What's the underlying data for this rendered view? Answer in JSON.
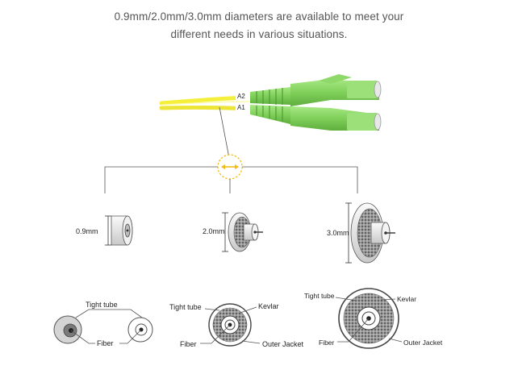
{
  "headline": {
    "line1": "0.9mm/2.0mm/3.0mm diameters are available to meet your",
    "line2": "different needs in various situations."
  },
  "connector": {
    "labels": [
      "A2",
      "A1"
    ],
    "colors": {
      "fiber": "#f4ef3a",
      "boot": "#8fd86a",
      "ring": "#f2b90f"
    }
  },
  "sizes": [
    "0.9mm",
    "2.0mm",
    "3.0mm"
  ],
  "cross_sections": {
    "left": {
      "tight_tube": "Tight tube",
      "fiber": "Fiber"
    },
    "middle": {
      "tight_tube": "Tight tube",
      "kevlar": "Kevlar",
      "fiber": "Fiber",
      "outer_jacket": "Outer Jacket"
    },
    "right": {
      "tight_tube": "Tight tube",
      "kevlar": "Kevlar",
      "fiber": "Fiber",
      "outer_jacket": "Outer Jacket"
    }
  }
}
